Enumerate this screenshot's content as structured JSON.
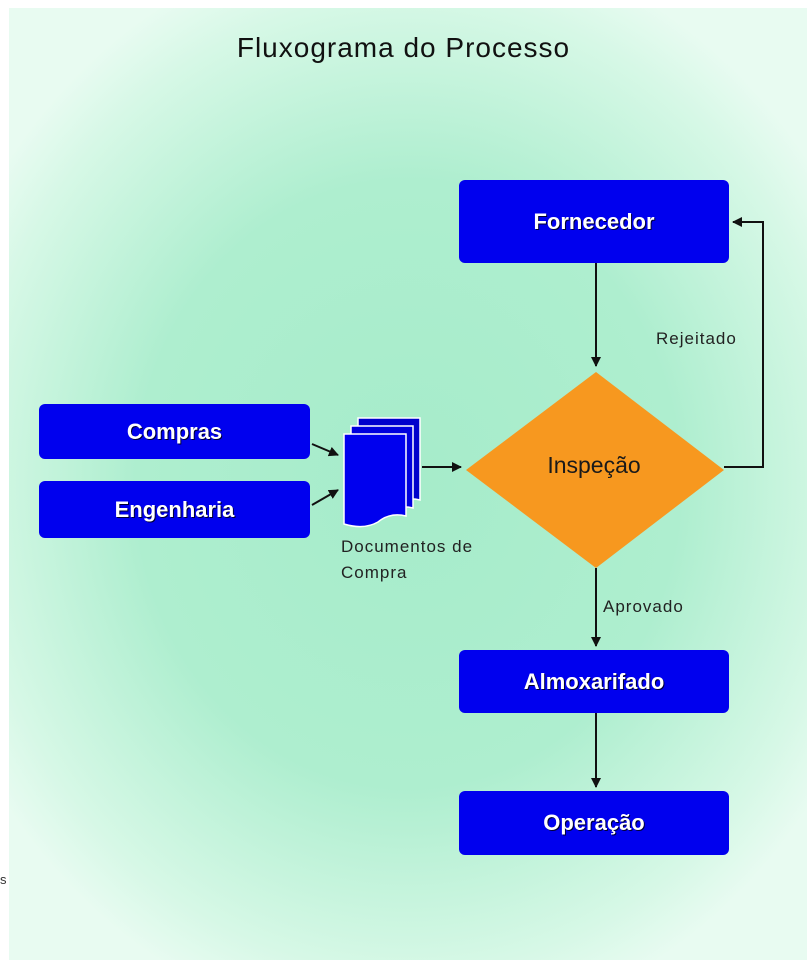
{
  "title": "Fluxograma do Processo",
  "nodes": {
    "fornecedor": "Fornecedor",
    "compras": "Compras",
    "engenharia": "Engenharia",
    "documentos": [
      "Documentos de",
      "Compra"
    ],
    "inspecao": "Inspeção",
    "almoxarifado": "Almoxarifado",
    "operacao": "Operação"
  },
  "edges": {
    "rejeitado": "Rejeitado",
    "aprovado": "Aprovado"
  },
  "colors": {
    "box": "#0000ee",
    "decision": "#f7981f",
    "document": "#0000ee"
  },
  "edge_glyph": "s"
}
